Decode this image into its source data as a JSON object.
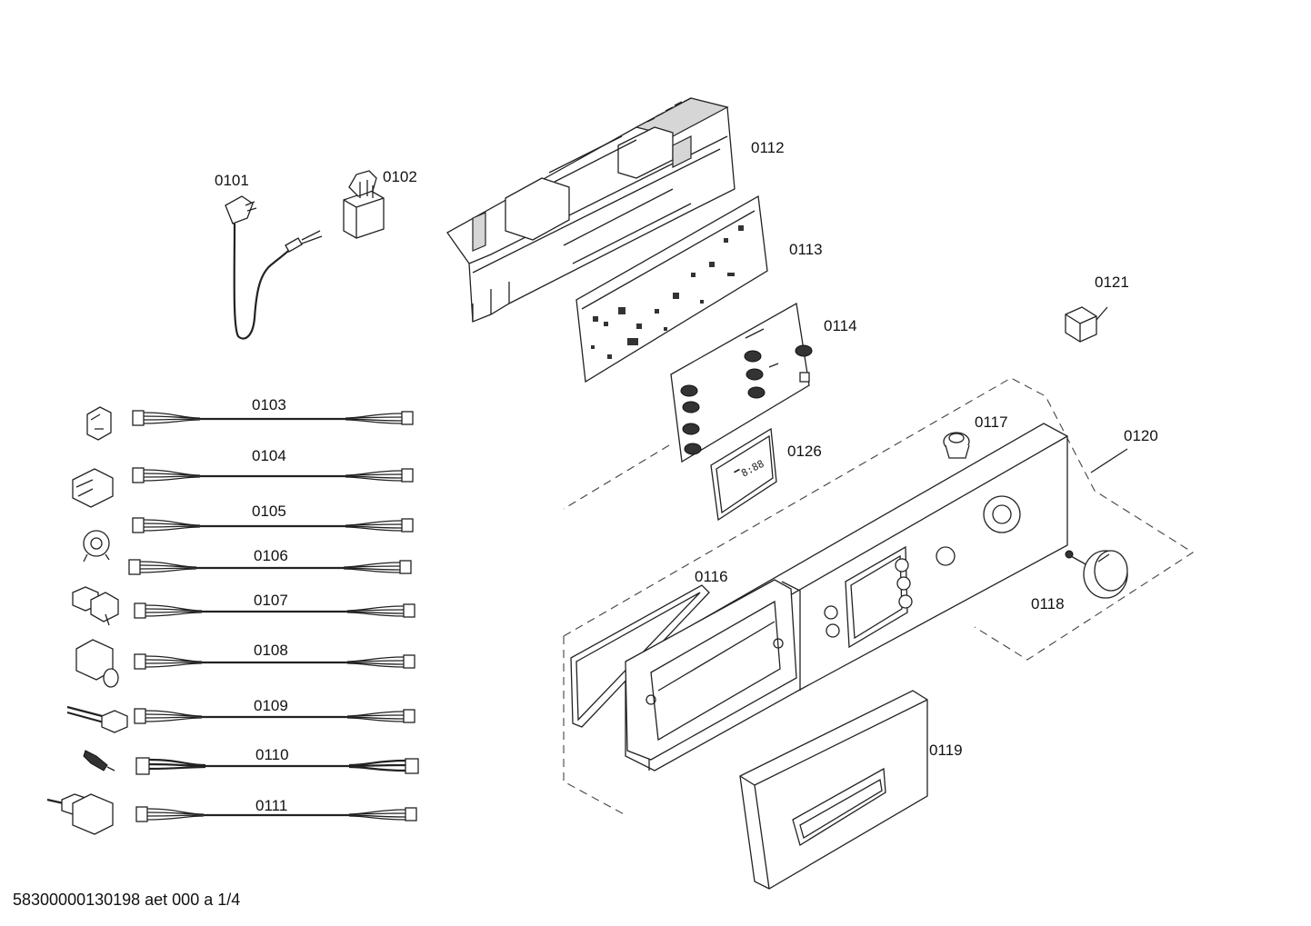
{
  "labels": {
    "p0101": "0101",
    "p0102": "0102",
    "p0103": "0103",
    "p0104": "0104",
    "p0105": "0105",
    "p0106": "0106",
    "p0107": "0107",
    "p0108": "0108",
    "p0109": "0109",
    "p0110": "0110",
    "p0111": "0111",
    "p0112": "0112",
    "p0113": "0113",
    "p0114": "0114",
    "p0116": "0116",
    "p0117": "0117",
    "p0118": "0118",
    "p0119": "0119",
    "p0120": "0120",
    "p0121": "0121",
    "p0126": "0126"
  },
  "footer": "58300000130198 aet 000 a 1/4"
}
